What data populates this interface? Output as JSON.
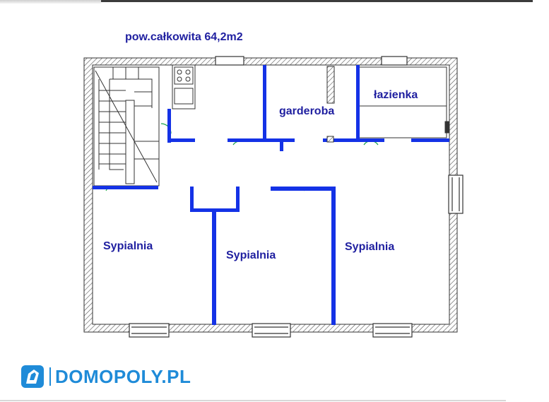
{
  "header": {
    "total_area": "pow.całkowita 64,2m2"
  },
  "rooms": [
    {
      "id": "garderoba",
      "label": "garderoba"
    },
    {
      "id": "lazienka",
      "label": "łazienka"
    },
    {
      "id": "sypialnia-1",
      "label": "Sypialnia"
    },
    {
      "id": "sypialnia-2",
      "label": "Sypialnia"
    },
    {
      "id": "sypialnia-3",
      "label": "Sypialnia"
    }
  ],
  "brand": {
    "name": "DOMOPOLY.PL",
    "icon": "house-logo-icon"
  },
  "colors": {
    "label_text": "#1f1fa0",
    "walls": "#1432e6",
    "outer_wall_hatch": "#4a4a4a",
    "brand": "#1f8bd8",
    "fixture_accent": "#16a34a"
  }
}
